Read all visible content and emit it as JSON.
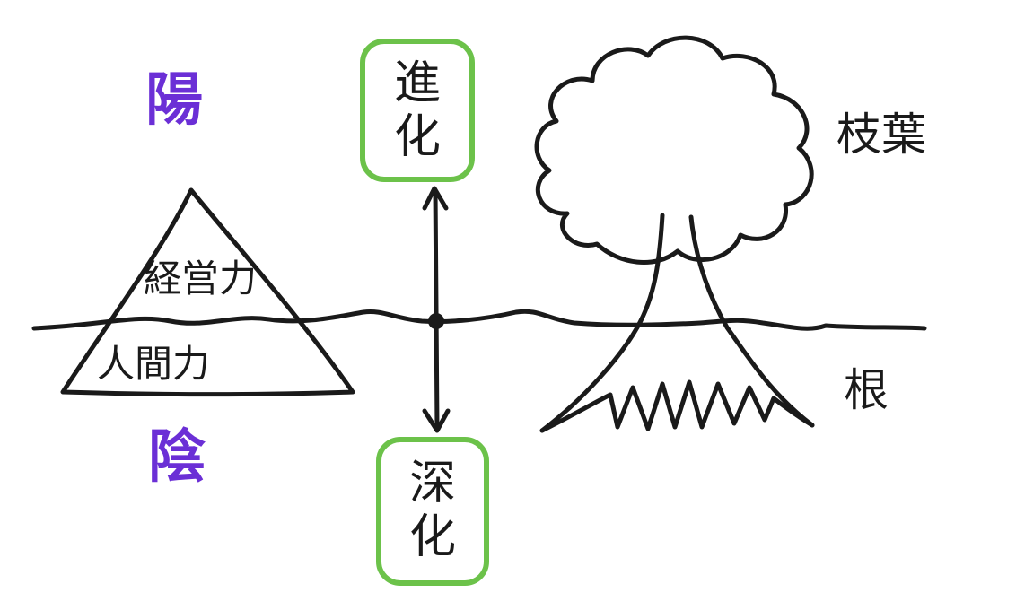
{
  "labels": {
    "yang": "陽",
    "yin": "陰",
    "management": "経営力",
    "human": "人間力",
    "branches": "枝葉",
    "roots": "根"
  },
  "boxes": {
    "top": {
      "line1": "進",
      "line2": "化"
    },
    "bottom": {
      "line1": "深",
      "line2": "化"
    }
  },
  "colors": {
    "yin_yang": "#6b2fd6",
    "box_border": "#6cc24a",
    "ink": "#1a1a1a"
  }
}
